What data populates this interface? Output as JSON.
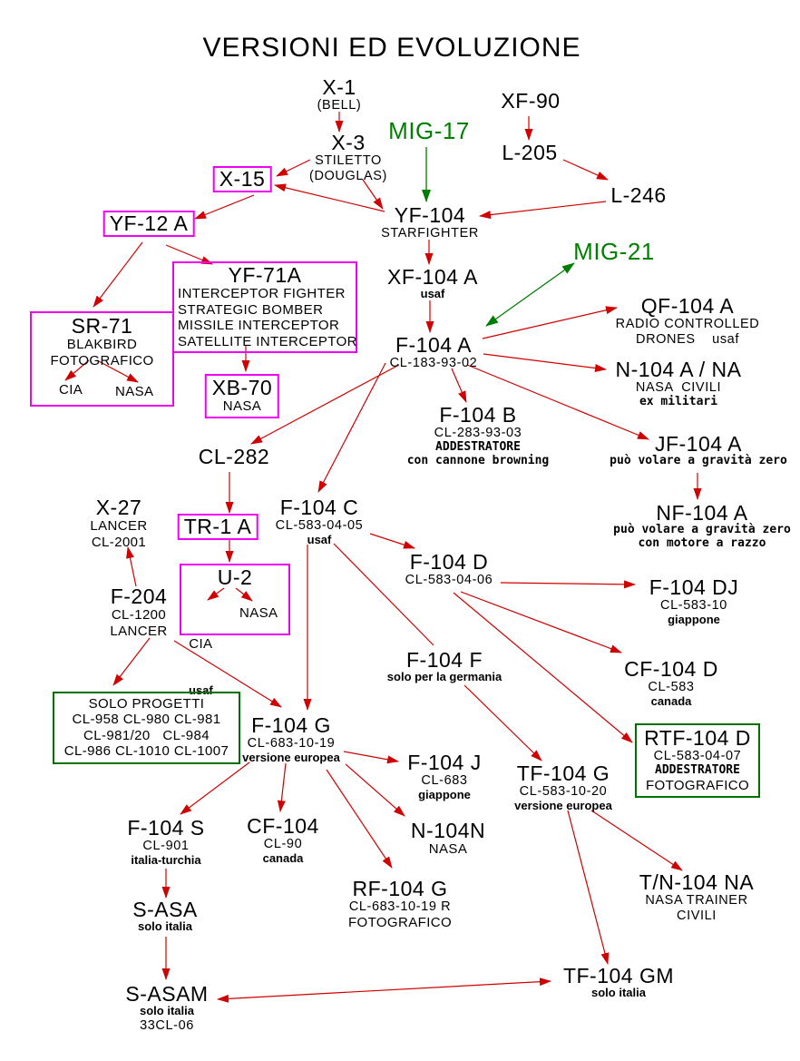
{
  "title": "VERSIONI ED EVOLUZIONE",
  "colors": {
    "arrow_red": "#d10000",
    "arrow_green": "#007d00",
    "box_magenta": "#f000f0",
    "box_green": "#007000",
    "text_green": "#008000",
    "text": "#000000"
  },
  "nodes": {
    "x1": {
      "lines": [
        "X-1",
        "(BELL)"
      ]
    },
    "x3": {
      "lines": [
        "X-3",
        "STILETTO",
        "(DOUGLAS)"
      ]
    },
    "mig17": {
      "lines": [
        "MIG-17"
      ]
    },
    "xf90": {
      "lines": [
        "XF-90"
      ]
    },
    "l205": {
      "lines": [
        "L-205"
      ]
    },
    "l246": {
      "lines": [
        "L-246"
      ]
    },
    "x15": {
      "lines": [
        "X-15"
      ]
    },
    "yf104": {
      "lines": [
        "YF-104",
        "STARFIGHTER"
      ]
    },
    "yf12a": {
      "lines": [
        "YF-12 A"
      ]
    },
    "yf71a": {
      "lines": [
        "YF-71A",
        "INTERCEPTOR FIGHTER",
        "STRATEGIC BOMBER",
        "MISSILE INTERCEPTOR",
        "SATELLITE INTERCEPTOR"
      ]
    },
    "sr71": {
      "lines": [
        "SR-71",
        "BLAKBIRD",
        "FOTOGRAFICO",
        "CIA",
        "NASA"
      ]
    },
    "xb70": {
      "lines": [
        "XB-70",
        "NASA"
      ]
    },
    "mig21": {
      "lines": [
        "MIG-21"
      ]
    },
    "xf104a": {
      "lines": [
        "XF-104 A",
        "usaf"
      ]
    },
    "f104a": {
      "lines": [
        "F-104 A",
        "CL-183-93-02"
      ]
    },
    "qf104a": {
      "lines": [
        "QF-104 A",
        "RADIO CONTROLLED",
        "DRONES    usaf"
      ]
    },
    "n104a": {
      "lines": [
        "N-104 A / NA",
        "NASA  CIVILI",
        "ex militari"
      ]
    },
    "f104b": {
      "lines": [
        "F-104 B",
        "CL-283-93-03",
        "ADDESTRATORE",
        "con cannone browning"
      ]
    },
    "jf104a": {
      "lines": [
        "JF-104 A",
        "può volare a gravità zero"
      ]
    },
    "nf104a": {
      "lines": [
        "NF-104 A",
        "può volare a gravità zero",
        "con motore a razzo"
      ]
    },
    "cl282": {
      "lines": [
        "CL-282"
      ]
    },
    "x27": {
      "lines": [
        "X-27",
        "LANCER",
        "CL-2001"
      ]
    },
    "tr1a": {
      "lines": [
        "TR-1 A"
      ]
    },
    "f104c": {
      "lines": [
        "F-104 C",
        "CL-583-04-05",
        "usaf"
      ]
    },
    "u2": {
      "lines": [
        "U-2",
        "CIA",
        "usaf",
        "NASA"
      ]
    },
    "f204": {
      "lines": [
        "F-204",
        "CL-1200",
        "LANCER"
      ]
    },
    "f104d": {
      "lines": [
        "F-104 D",
        "CL-583-04-06"
      ]
    },
    "f104dj": {
      "lines": [
        "F-104 DJ",
        "CL-583-10",
        "giappone"
      ]
    },
    "f104f": {
      "lines": [
        "F-104 F",
        "solo per la germania"
      ]
    },
    "cf104d": {
      "lines": [
        "CF-104 D",
        "CL-583",
        "canada"
      ]
    },
    "soloprog": {
      "lines": [
        "SOLO PROGETTI",
        "CL-958 CL-980 CL-981",
        "CL-981/20   CL-984",
        "CL-986 CL-1010 CL-1007"
      ]
    },
    "f104g": {
      "lines": [
        "F-104 G",
        "CL-683-10-19",
        "versione europea"
      ]
    },
    "f104j": {
      "lines": [
        "F-104 J",
        "CL-683",
        "giappone"
      ]
    },
    "tf104g": {
      "lines": [
        "TF-104 G",
        "CL-583-10-20",
        "versione europea"
      ]
    },
    "rtf104d": {
      "lines": [
        "RTF-104 D",
        "CL-583-04-07",
        "ADDESTRATORE",
        "FOTOGRAFICO"
      ]
    },
    "f104s": {
      "lines": [
        "F-104 S",
        "CL-901",
        "italia-turchia"
      ]
    },
    "cf104": {
      "lines": [
        "CF-104",
        "CL-90",
        "canada"
      ]
    },
    "n104n": {
      "lines": [
        "N-104N",
        "NASA"
      ]
    },
    "rf104g": {
      "lines": [
        "RF-104 G",
        "CL-683-10-19 R",
        "FOTOGRAFICO"
      ]
    },
    "tn104na": {
      "lines": [
        "T/N-104 NA",
        "NASA TRAINER",
        "CIVILI"
      ]
    },
    "sasa": {
      "lines": [
        "S-ASA",
        "solo italia"
      ]
    },
    "tf104gm": {
      "lines": [
        "TF-104 GM",
        "solo italia"
      ]
    },
    "sasam": {
      "lines": [
        "S-ASAM",
        "solo italia",
        "33CL-06"
      ]
    }
  },
  "edges": [
    {
      "from": "x1",
      "to": "x3",
      "color": "red"
    },
    {
      "from": "x3",
      "to": "x15",
      "color": "red"
    },
    {
      "from": "x3",
      "to": "yf104",
      "color": "red"
    },
    {
      "from": "mig17",
      "to": "yf104",
      "color": "green"
    },
    {
      "from": "xf90",
      "to": "l205",
      "color": "red"
    },
    {
      "from": "l205",
      "to": "l246",
      "color": "red"
    },
    {
      "from": "l246",
      "to": "yf104",
      "color": "red"
    },
    {
      "from": "yf104",
      "to": "x15",
      "color": "red"
    },
    {
      "from": "x15",
      "to": "yf12a",
      "color": "red"
    },
    {
      "from": "yf104",
      "to": "xf104a",
      "color": "red"
    },
    {
      "from": "xf104a",
      "to": "f104a",
      "color": "red"
    },
    {
      "from": "yf12a",
      "to": "sr71",
      "color": "red"
    },
    {
      "from": "yf12a",
      "to": "yf71a",
      "color": "red"
    },
    {
      "from": "yf71a",
      "to": "xb70",
      "color": "red"
    },
    {
      "from": "sr71",
      "to": "sr71-cia",
      "color": "red"
    },
    {
      "from": "sr71",
      "to": "sr71-nasa",
      "color": "red"
    },
    {
      "from": "f104a",
      "to": "mig21",
      "color": "green",
      "double": true
    },
    {
      "from": "f104a",
      "to": "qf104a",
      "color": "red"
    },
    {
      "from": "f104a",
      "to": "n104a",
      "color": "red"
    },
    {
      "from": "f104a",
      "to": "f104b",
      "color": "red"
    },
    {
      "from": "f104a",
      "to": "jf104a",
      "color": "red"
    },
    {
      "from": "jf104a",
      "to": "nf104a",
      "color": "red"
    },
    {
      "from": "f104a",
      "to": "cl282",
      "color": "red"
    },
    {
      "from": "f104a",
      "to": "f104c",
      "color": "red"
    },
    {
      "from": "cl282",
      "to": "tr1a",
      "color": "red"
    },
    {
      "from": "tr1a",
      "to": "u2",
      "color": "red"
    },
    {
      "from": "u2",
      "to": "u2-cia",
      "color": "red"
    },
    {
      "from": "u2",
      "to": "u2-nasa",
      "color": "red"
    },
    {
      "from": "f204",
      "to": "x27",
      "color": "red"
    },
    {
      "from": "f204",
      "to": "soloprog",
      "color": "red"
    },
    {
      "from": "f204",
      "to": "f104g",
      "color": "red"
    },
    {
      "from": "f104c",
      "to": "f104g",
      "color": "red"
    },
    {
      "from": "f104c",
      "to": "f104f",
      "color": "red"
    },
    {
      "from": "f104f",
      "to": "tf104g",
      "color": "red"
    },
    {
      "from": "f104c",
      "to": "f104d",
      "color": "red"
    },
    {
      "from": "f104d",
      "to": "f104dj",
      "color": "red"
    },
    {
      "from": "f104d",
      "to": "cf104d",
      "color": "red"
    },
    {
      "from": "f104d",
      "to": "rtf104d",
      "color": "red"
    },
    {
      "from": "f104g",
      "to": "f104s",
      "color": "red"
    },
    {
      "from": "f104g",
      "to": "cf104",
      "color": "red"
    },
    {
      "from": "f104g",
      "to": "f104j",
      "color": "red"
    },
    {
      "from": "f104g",
      "to": "n104n",
      "color": "red"
    },
    {
      "from": "f104g",
      "to": "rf104g",
      "color": "red"
    },
    {
      "from": "tf104g",
      "to": "tn104na",
      "color": "red"
    },
    {
      "from": "tf104g",
      "to": "tf104gm",
      "color": "red"
    },
    {
      "from": "sasam",
      "to": "tf104gm",
      "color": "red",
      "double": true
    },
    {
      "from": "f104s",
      "to": "sasa",
      "color": "red"
    },
    {
      "from": "sasa",
      "to": "sasam",
      "color": "red"
    }
  ]
}
